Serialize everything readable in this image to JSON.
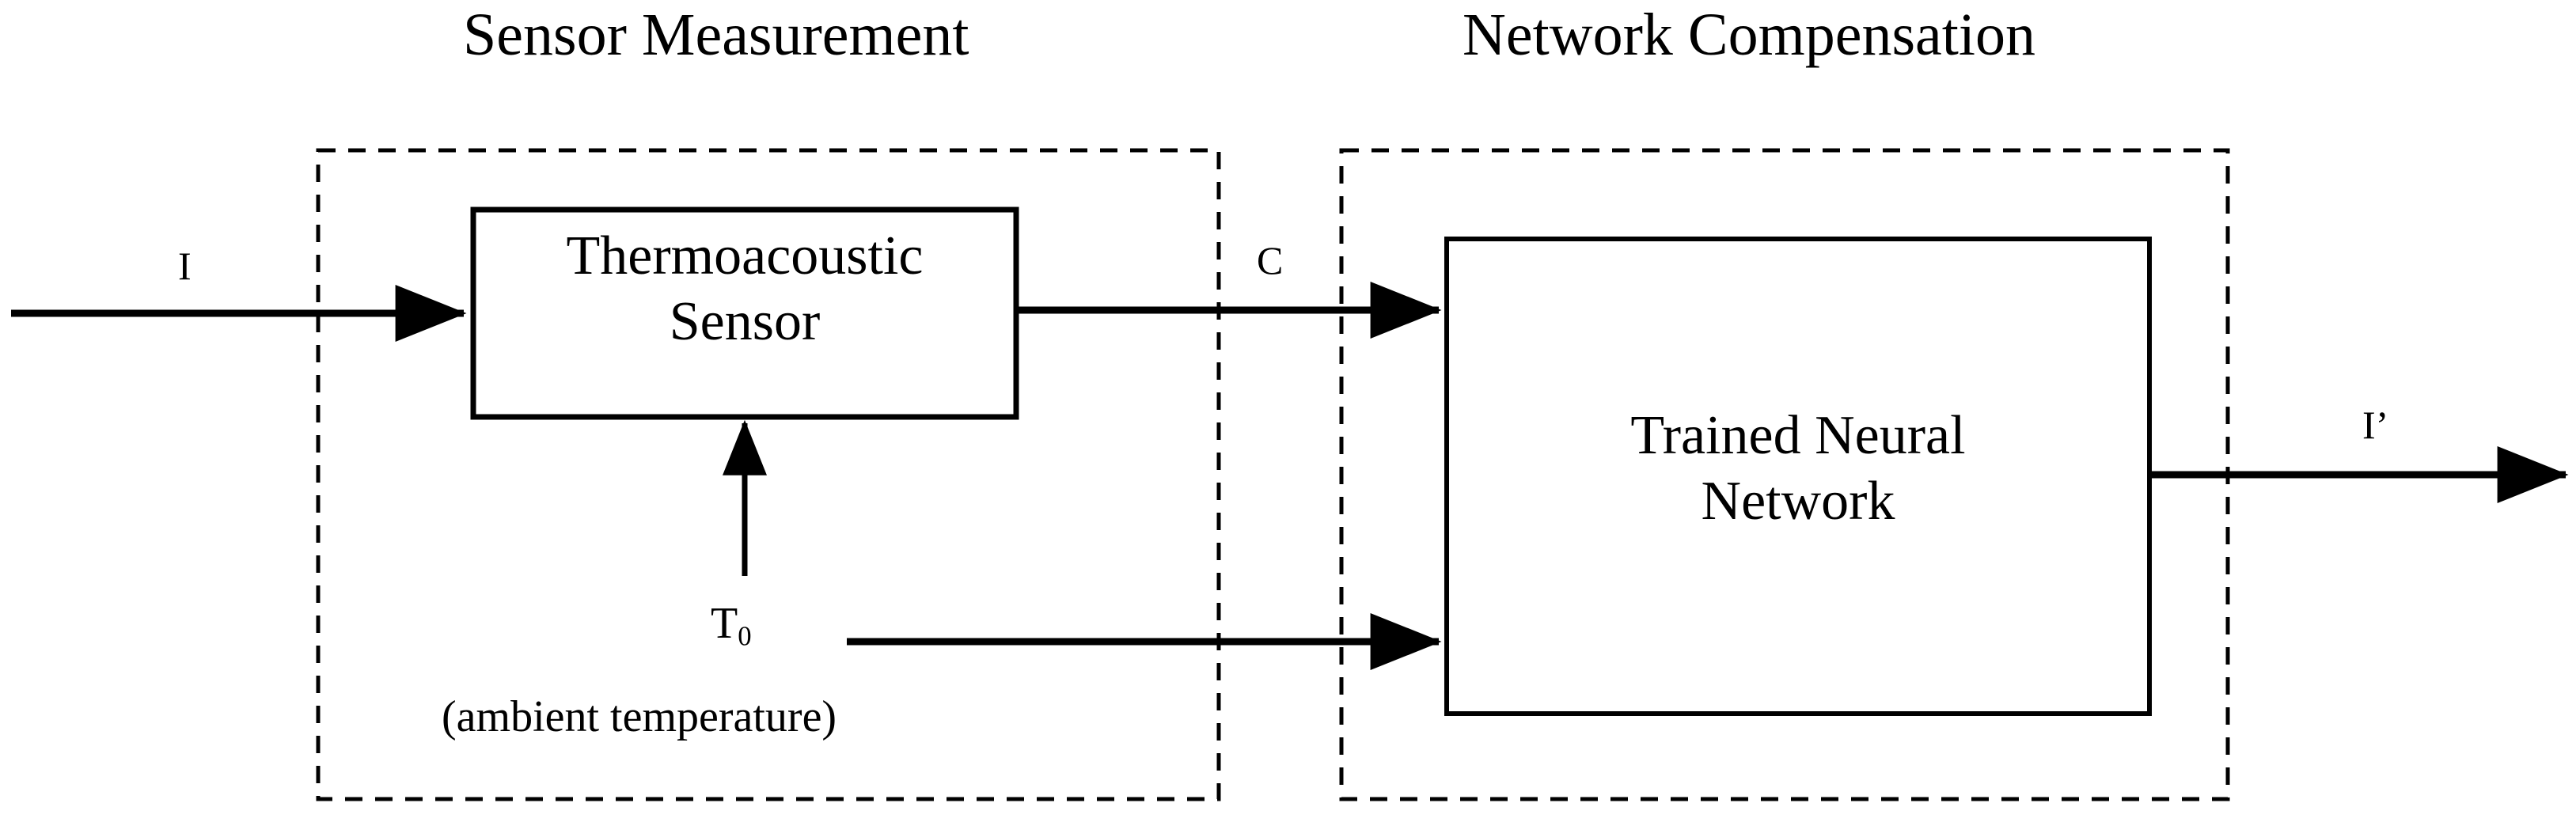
{
  "diagram": {
    "title_left": "Sensor Measurement",
    "title_right": "Network Compensation",
    "groups": [
      {
        "name": "sensor-measurement",
        "title": "Sensor Measurement"
      },
      {
        "name": "network-compensation",
        "title": "Network Compensation"
      }
    ],
    "blocks": [
      {
        "name": "thermoacoustic-sensor",
        "line1": "Thermoacoustic",
        "line2": "Sensor"
      },
      {
        "name": "trained-neural-network",
        "line1": "Trained Neural",
        "line2": "Network"
      }
    ],
    "signals": {
      "input": "I",
      "intermediate": "C",
      "ambient_symbol": "T",
      "ambient_subscript": "0",
      "ambient_note": "(ambient temperature)",
      "output_base": "I",
      "output_prime": "’"
    },
    "colors": {
      "stroke": "#000000",
      "background": "#ffffff",
      "text": "#000000"
    }
  }
}
